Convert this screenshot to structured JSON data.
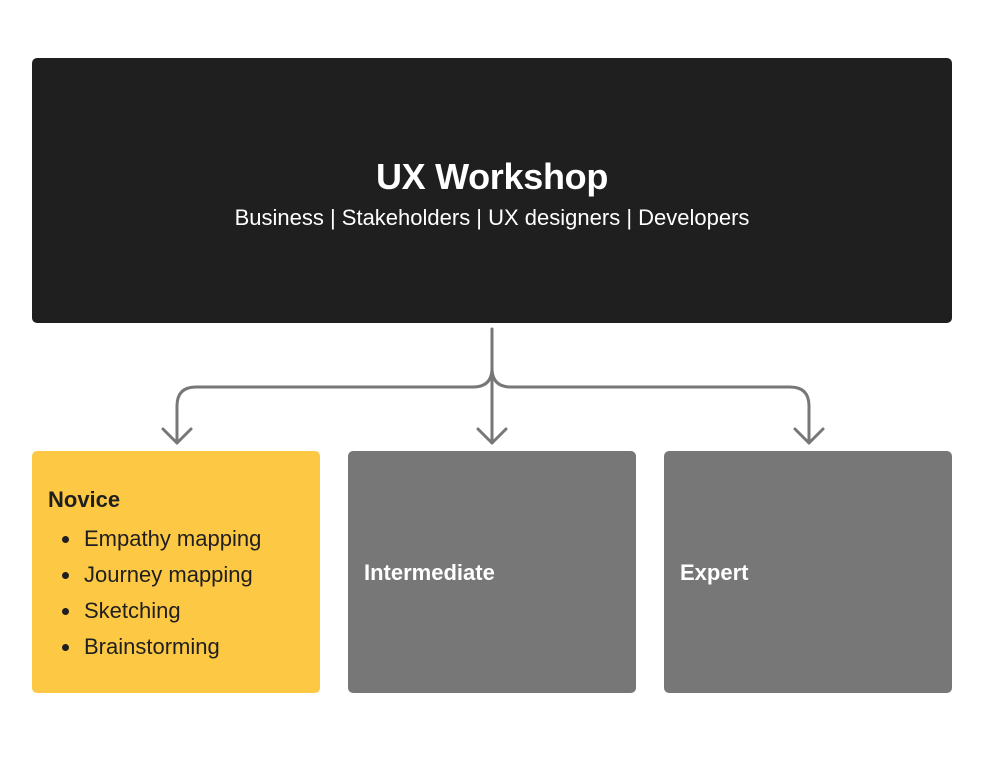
{
  "workshop": {
    "title": "UX Workshop",
    "audience": "Business | Stakeholders | UX designers | Developers"
  },
  "levels": {
    "novice": {
      "title": "Novice",
      "topics": [
        "Empathy mapping",
        "Journey mapping",
        "Sketching",
        "Brainstorming"
      ]
    },
    "intermediate": {
      "title": "Intermediate"
    },
    "expert": {
      "title": "Expert"
    }
  },
  "colors": {
    "top_box": "#1f1f1f",
    "novice_card": "#fdc843",
    "locked_card": "#777777",
    "connector": "#777777"
  }
}
